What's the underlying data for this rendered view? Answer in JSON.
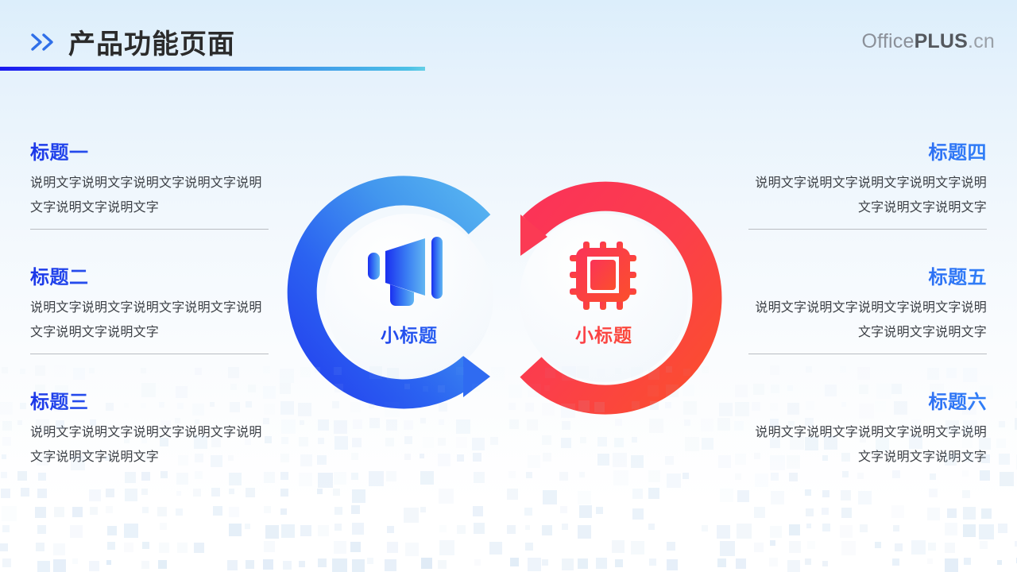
{
  "header": {
    "title": "产品功能页面",
    "chevron_icon": "double-chevron-right-icon",
    "logo_office": "Office",
    "logo_plus": "PLUS",
    "logo_cn": ".cn"
  },
  "colors": {
    "accent_blue": "#1a35e8",
    "accent_blue_light": "#3f8ef2",
    "accent_red": "#fb3b52",
    "accent_orange": "#fb4c2f",
    "body_text": "#3b3f45",
    "divider": "#b9bdc2",
    "bg_top": "#dceefb",
    "bg_bottom": "#ffffff"
  },
  "left_column": [
    {
      "title": "标题一",
      "body": "说明文字说明文字说明文字说明文字说明文字说明文字说明文字"
    },
    {
      "title": "标题二",
      "body": "说明文字说明文字说明文字说明文字说明文字说明文字说明文字"
    },
    {
      "title": "标题三",
      "body": "说明文字说明文字说明文字说明文字说明文字说明文字说明文字"
    }
  ],
  "right_column": [
    {
      "title": "标题四",
      "body": "说明文字说明文字说明文字说明文字说明文字说明文字说明文字"
    },
    {
      "title": "标题五",
      "body": "说明文字说明文字说明文字说明文字说明文字说明文字说明文字"
    },
    {
      "title": "标题六",
      "body": "说明文字说明文字说明文字说明文字说明文字说明文字说明文字"
    }
  ],
  "graphic": {
    "left_ring": {
      "label": "小标题",
      "icon": "megaphone-icon",
      "color_start": "#1a35e8",
      "color_end": "#56acf0"
    },
    "right_ring": {
      "label": "小标题",
      "icon": "cpu-chip-icon",
      "color_start": "#fb3b52",
      "color_end": "#fb4c2f"
    }
  }
}
